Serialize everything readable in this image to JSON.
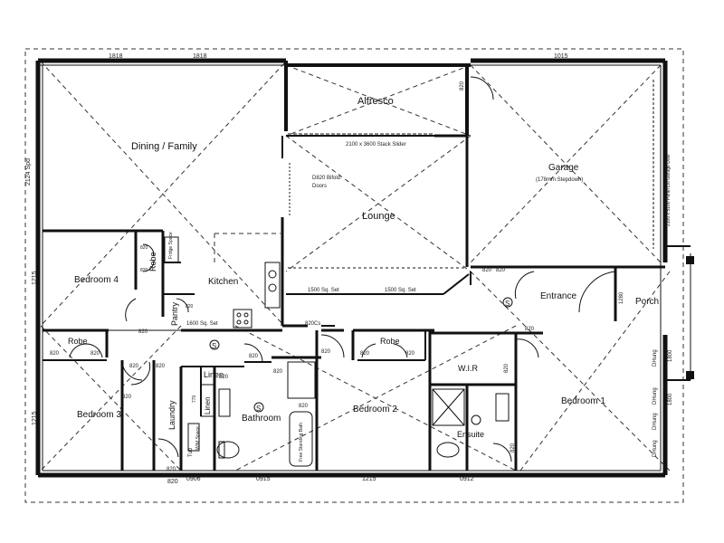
{
  "rooms": {
    "alfresco": "Alfresco",
    "dining_family": "Dining / Family",
    "garage": "Garage",
    "garage_note": "(178mm Stepdown)",
    "lounge": "Lounge",
    "bedroom4": "Bedroom 4",
    "robe_b4": "Robe",
    "fridge": "Fridge Space",
    "kitchen": "Kitchen",
    "pantry": "Pantry",
    "entrance": "Entrance",
    "porch": "Porch",
    "robe_b3": "Robe",
    "robe_b2": "Robe",
    "linen_hall": "Linen",
    "linen_small": "Linen",
    "bedroom3": "Bedroom 3",
    "laundry": "Laundry",
    "bathroom": "Bathroom",
    "bedroom2": "Bedroom 2",
    "wir": "W.I.R",
    "ensuite": "Ensuite",
    "bedroom1": "Bedroom 1",
    "wm_space": "W/M Space",
    "tub": "Tub",
    "bath": "Free Standing Bath"
  },
  "notes": {
    "stacker": "2100 x 3600 Stack Slider",
    "bifold": "D820 Bifold",
    "bifold2": "Doors",
    "garage_door": "2100 x 5100 Panel Lift Garage Door",
    "spd": "2124 Spd",
    "sq_set_1": "1500 Sq. Set",
    "sq_set_2": "1500 Sq. Set",
    "sq_set_3": "1600 Sq. Set",
    "cs": "820Cs"
  },
  "dimensions": {
    "top_1818_a": "1818",
    "top_1818_b": "1818",
    "top_1015": "1015",
    "bottom_0906": "0906",
    "bottom_0915": "0915",
    "bottom_1215": "1215",
    "bottom_0912": "0912",
    "left_1215_a": "1215",
    "left_1215_b": "1215",
    "right_1800_a": "1800",
    "right_1800_b": "1800",
    "dhung_a": "DHung",
    "dhung_b": "DHung",
    "dhung_c": "DHung",
    "dhung_d": "DHung",
    "door_1280": "1280"
  },
  "door_widths": {
    "d_alfresco": "820",
    "d_garage": "820",
    "d_b4": "820",
    "d_robe_b4a": "820",
    "d_robe_b4b": "820",
    "d_pantry": "820",
    "d_kitchen": "820",
    "d_hall_a": "820",
    "d_hall_b": "820",
    "d_robe_b3a": "820",
    "d_robe_b3b": "820",
    "d_robe_b2a": "820",
    "d_robe_b2b": "820",
    "d_b3": "820",
    "d_linen": "820",
    "d_b2": "820",
    "d_entrance": "820",
    "d_wir": "820",
    "d_b1": "820",
    "d_ensuite": "820",
    "d_laundry": "820",
    "d_laundry_ext": "820",
    "d_bath": "820",
    "d_bath2": "820",
    "d_770": "770"
  },
  "symbols": {
    "smoke_1": "S",
    "smoke_2": "S",
    "smoke_3": "S"
  }
}
